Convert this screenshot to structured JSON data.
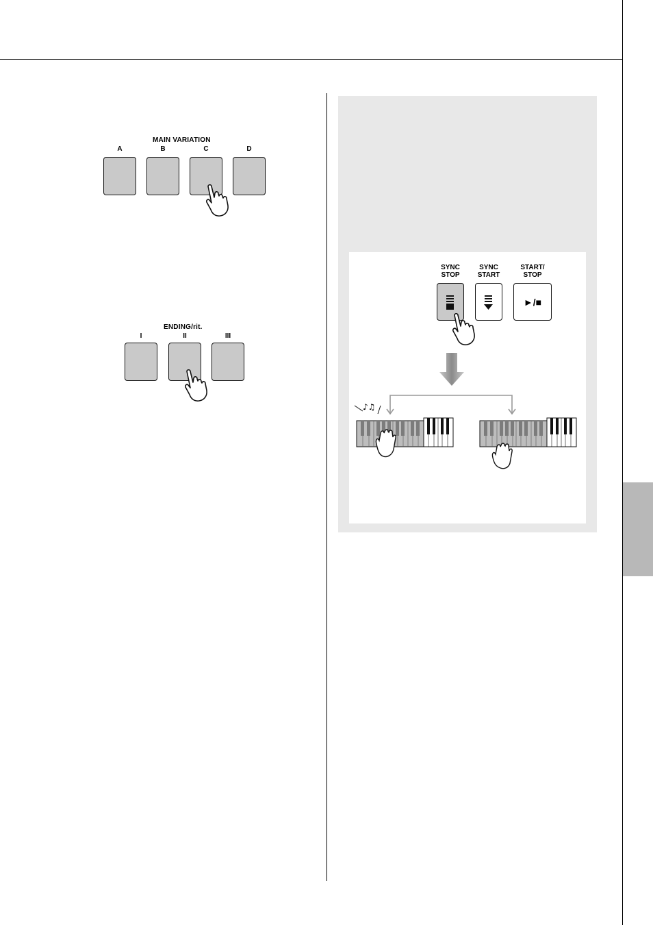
{
  "main_variation": {
    "title": "MAIN VARIATION",
    "buttons": [
      "A",
      "B",
      "C",
      "D"
    ]
  },
  "ending": {
    "title": "ENDING/rit.",
    "buttons": [
      "I",
      "II",
      "III"
    ]
  },
  "sync_panel": {
    "sync_stop": "SYNC\nSTOP",
    "sync_start": "SYNC\nSTART",
    "start_stop": "START/\nSTOP",
    "start_stop_symbol": "►/■"
  }
}
